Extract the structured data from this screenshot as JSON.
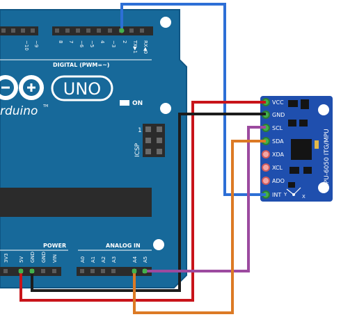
{
  "arduino": {
    "digital_label": "DIGITAL (PWM=~)",
    "digital_pins": [
      "~10",
      "~9",
      "8",
      "7",
      "~6",
      "~5",
      "4",
      "~3",
      "2",
      "TX▶1",
      "RX◀0"
    ],
    "uno_text": "UNO",
    "brand_text": "rduino",
    "tm": "TM",
    "on_label": "ON",
    "icsp_label": "ICSP",
    "icsp_pin1": "1",
    "power_label": "POWER",
    "power_pins": [
      "3V3",
      "5V",
      "GND",
      "GND",
      "VIN"
    ],
    "analog_label": "ANALOG IN",
    "analog_pins": [
      "A0",
      "A1",
      "A2",
      "A3",
      "A4",
      "A5"
    ]
  },
  "sensor": {
    "pins": [
      "VCC",
      "GND",
      "SCL",
      "SDA",
      "XDA",
      "XCL",
      "ADO",
      "INT"
    ],
    "model_text": "MPU-6050 ITG/MPU",
    "axis_x": "X",
    "axis_y": "Y"
  },
  "colors": {
    "board": "#17699a",
    "board_edge": "#0f5583",
    "header": "#2b2b2b",
    "sensor_pcb": "#1f4fae",
    "wire_blue": "#2d6fd6",
    "wire_red": "#c8141a",
    "wire_black": "#1c1c1c",
    "wire_purple": "#9c4a9f",
    "wire_orange": "#dc7a25",
    "pin_green": "#43b14b"
  }
}
